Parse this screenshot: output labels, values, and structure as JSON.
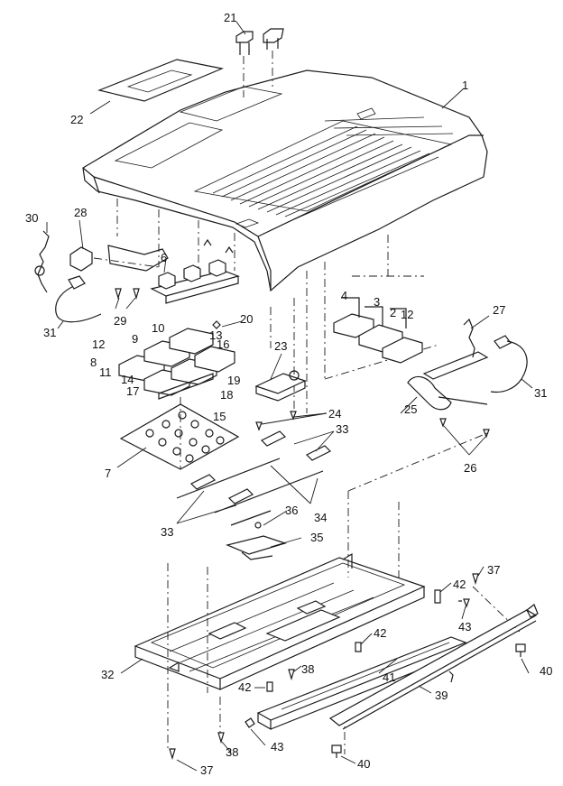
{
  "callouts": [
    {
      "id": "c1",
      "text": "1"
    },
    {
      "id": "c2",
      "text": "2"
    },
    {
      "id": "c3",
      "text": "3"
    },
    {
      "id": "c4",
      "text": "4"
    },
    {
      "id": "c6",
      "text": "6"
    },
    {
      "id": "c7",
      "text": "7"
    },
    {
      "id": "c8",
      "text": "8"
    },
    {
      "id": "c9",
      "text": "9"
    },
    {
      "id": "c10",
      "text": "10"
    },
    {
      "id": "c11",
      "text": "11"
    },
    {
      "id": "c12a",
      "text": "12"
    },
    {
      "id": "c12b",
      "text": "12"
    },
    {
      "id": "c13",
      "text": "13"
    },
    {
      "id": "c14",
      "text": "14"
    },
    {
      "id": "c15",
      "text": "15"
    },
    {
      "id": "c16",
      "text": "16"
    },
    {
      "id": "c17",
      "text": "17"
    },
    {
      "id": "c18",
      "text": "18"
    },
    {
      "id": "c19",
      "text": "19"
    },
    {
      "id": "c20",
      "text": "20"
    },
    {
      "id": "c21",
      "text": "21"
    },
    {
      "id": "c22",
      "text": "22"
    },
    {
      "id": "c23",
      "text": "23"
    },
    {
      "id": "c24",
      "text": "24"
    },
    {
      "id": "c25",
      "text": "25"
    },
    {
      "id": "c26",
      "text": "26"
    },
    {
      "id": "c27",
      "text": "27"
    },
    {
      "id": "c28",
      "text": "28"
    },
    {
      "id": "c29",
      "text": "29"
    },
    {
      "id": "c30",
      "text": "30"
    },
    {
      "id": "c31a",
      "text": "31"
    },
    {
      "id": "c31b",
      "text": "31"
    },
    {
      "id": "c32",
      "text": "32"
    },
    {
      "id": "c33a",
      "text": "33"
    },
    {
      "id": "c33b",
      "text": "33"
    },
    {
      "id": "c34",
      "text": "34"
    },
    {
      "id": "c35",
      "text": "35"
    },
    {
      "id": "c36",
      "text": "36"
    },
    {
      "id": "c37a",
      "text": "37"
    },
    {
      "id": "c37b",
      "text": "37"
    },
    {
      "id": "c38a",
      "text": "38"
    },
    {
      "id": "c38b",
      "text": "38"
    },
    {
      "id": "c39",
      "text": "39"
    },
    {
      "id": "c40a",
      "text": "40"
    },
    {
      "id": "c40b",
      "text": "40"
    },
    {
      "id": "c41",
      "text": "41"
    },
    {
      "id": "c42a",
      "text": "42"
    },
    {
      "id": "c42b",
      "text": "42"
    },
    {
      "id": "c42c",
      "text": "42"
    },
    {
      "id": "c43a",
      "text": "43"
    },
    {
      "id": "c43b",
      "text": "43"
    }
  ]
}
